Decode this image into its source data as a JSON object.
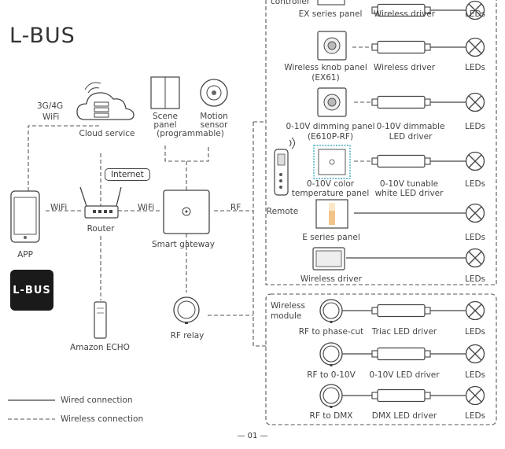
{
  "brand": "L-BUS",
  "badge": "L-BUS",
  "top_left": {
    "cloud": "Cloud service",
    "scene_panel": [
      "Scene",
      "panel",
      "(programmable)"
    ],
    "motion_sensor": [
      "Motion",
      "sensor"
    ],
    "internet": "Internet",
    "app": "APP",
    "router": "Router",
    "smart_gateway": "Smart gateway",
    "rf_relay": "RF relay",
    "amazon_echo": "Amazon ECHO",
    "remote": "Remote",
    "link_3g4g": "3G/4G",
    "link_wifi_cloud": "WiFi",
    "link_wifi_app": "WiFi",
    "link_wifi_gw": "WiFi",
    "link_rf": "RF"
  },
  "right_group_1": {
    "controller": "controller",
    "rows": [
      {
        "device": "EX series panel",
        "driver": "Wireless driver",
        "load": "LEDs"
      },
      {
        "device": "Wireless knob panel",
        "device_sub": "(EX61)",
        "driver": "Wireless driver",
        "load": "LEDs"
      },
      {
        "device": "0-10V dimming panel",
        "device_sub": "(E610P-RF)",
        "driver": "0-10V dimmable",
        "driver_sub": "LED driver",
        "load": "LEDs"
      },
      {
        "device": "0-10V color",
        "device_sub": "temperature panel",
        "driver": "0-10V tunable",
        "driver_sub": "white LED driver",
        "load": "LEDs"
      },
      {
        "device": "E series panel",
        "load": "LEDs"
      },
      {
        "device": "Wireless driver",
        "load": "LEDs"
      }
    ]
  },
  "right_group_2": {
    "title": [
      "Wireless",
      "module"
    ],
    "rows": [
      {
        "device": "RF to phase-cut",
        "driver": "Triac LED driver",
        "load": "LEDs"
      },
      {
        "device": "RF to 0-10V",
        "driver": "0-10V LED driver",
        "load": "LEDs"
      },
      {
        "device": "RF to DMX",
        "driver": "DMX LED driver",
        "load": "LEDs"
      }
    ]
  },
  "legend": {
    "wired": "Wired connection",
    "wireless": "Wireless connection"
  },
  "page_number": "— 01 —"
}
